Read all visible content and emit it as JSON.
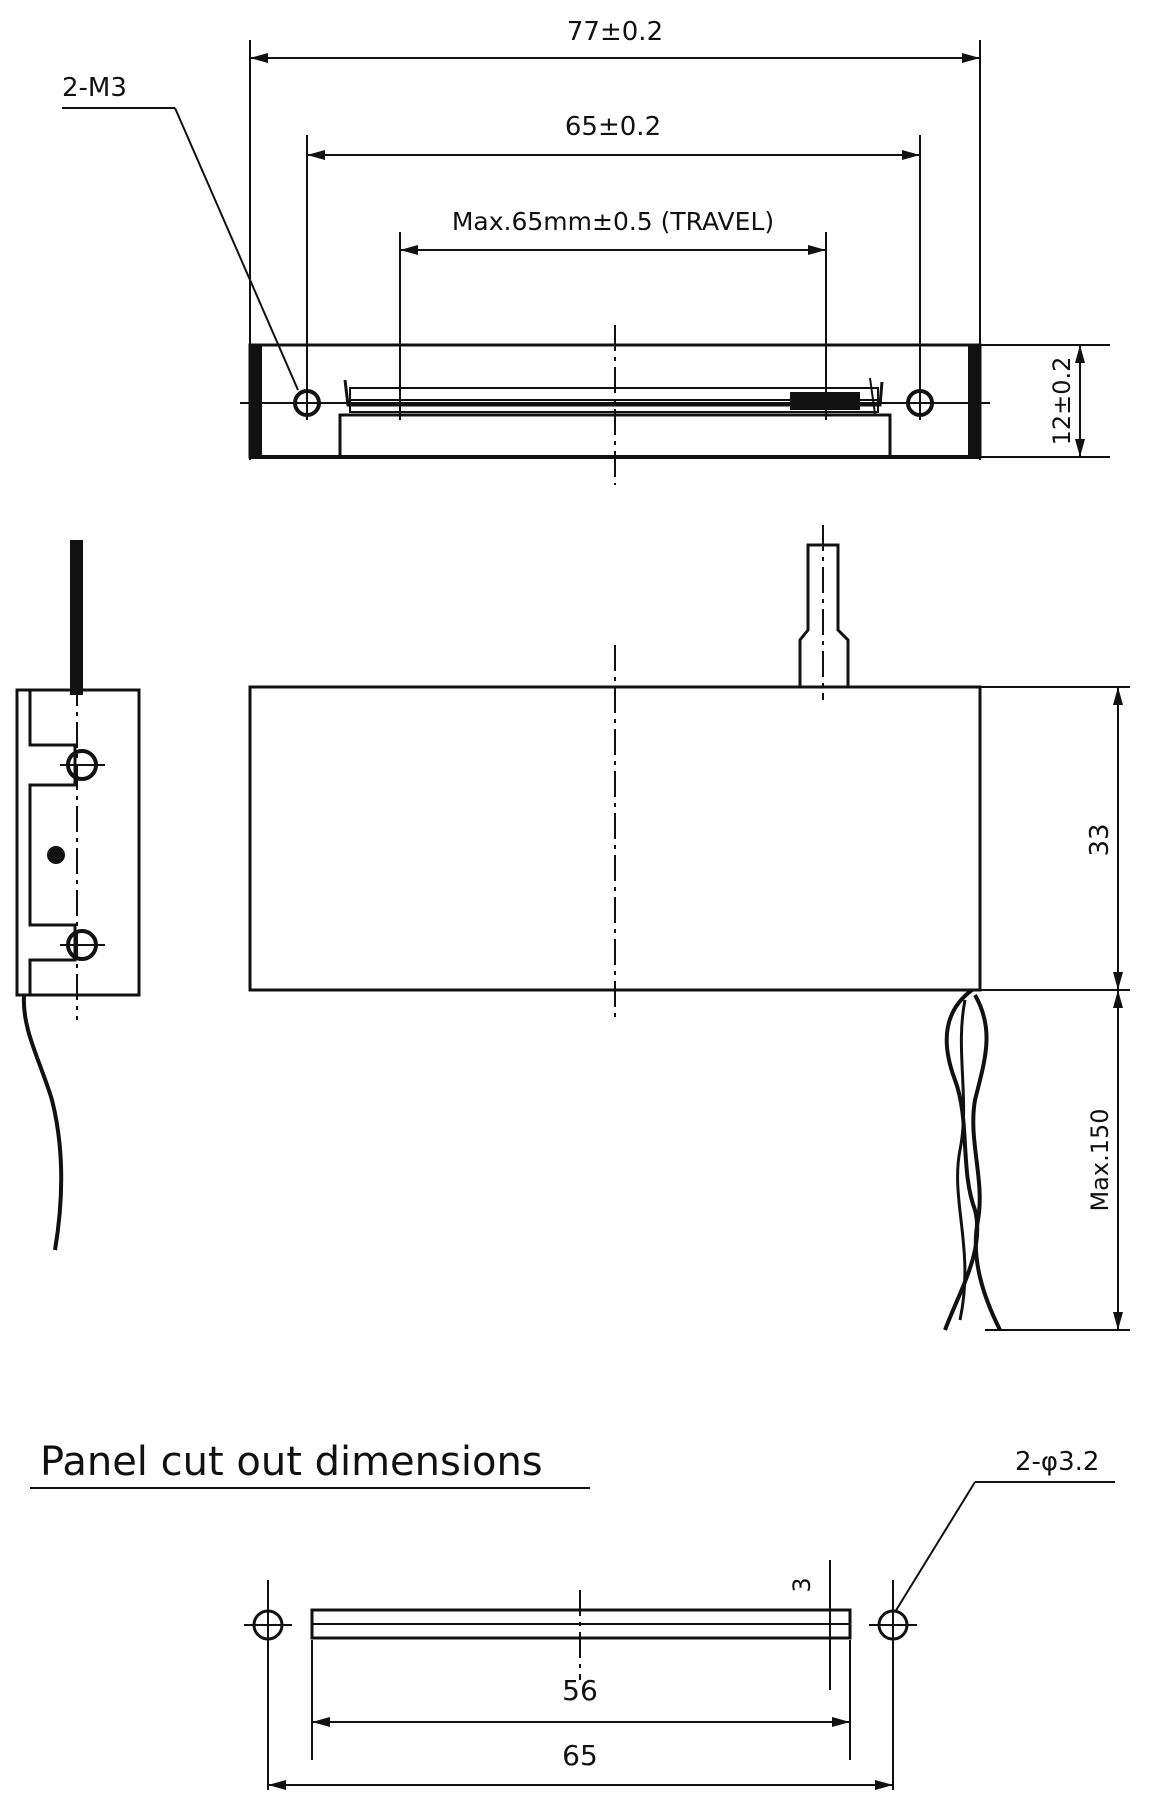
{
  "labels": {
    "overall_length": "77±0.2",
    "hole_pitch": "65±0.2",
    "travel": "Max.65mm±0.5 (TRAVEL)",
    "mount_holes": "2-M3",
    "height": "12±0.2",
    "depth": "33",
    "lead_length": "Max.150",
    "panel_title": "Panel cut out dimensions",
    "panel_holes": "2-φ3.2",
    "panel_slot_width": "3",
    "panel_slot_length": "56",
    "panel_hole_pitch": "65"
  }
}
